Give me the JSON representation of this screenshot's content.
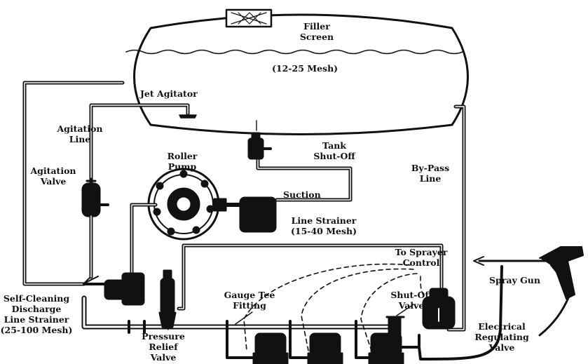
{
  "labels": {
    "filler_screen": "Filler\nScreen",
    "filler_mesh": "(12-25 Mesh)",
    "jet_agitator": "Jet Agitator",
    "agitation_line": "Agitation\nLine",
    "agitation_valve": "Agitation\nValve",
    "roller_pump": "Roller\nPump",
    "tank_shutoff": "Tank\nShut-Off",
    "bypass_line": "By-Pass\nLine",
    "suction": "Suction",
    "line_strainer": "Line Strainer\n(15-40 Mesh)",
    "to_sprayer_control": "To Sprayer\nControl",
    "spray_gun": "Spray Gun",
    "gauge_tee": "Gauge Tee\nFitting",
    "shutoff_valve": "Shut-Off\nValve",
    "self_cleaning": "Self-Cleaning\nDischarge\nLine Strainer\n(25-100 Mesh)",
    "pressure_relief": "Pressure\nRelief\nValve",
    "electrical_regulating": "Electrical\nRegulating\nValve"
  },
  "colors": {
    "ink": "#111111",
    "paper": "#ffffff"
  }
}
